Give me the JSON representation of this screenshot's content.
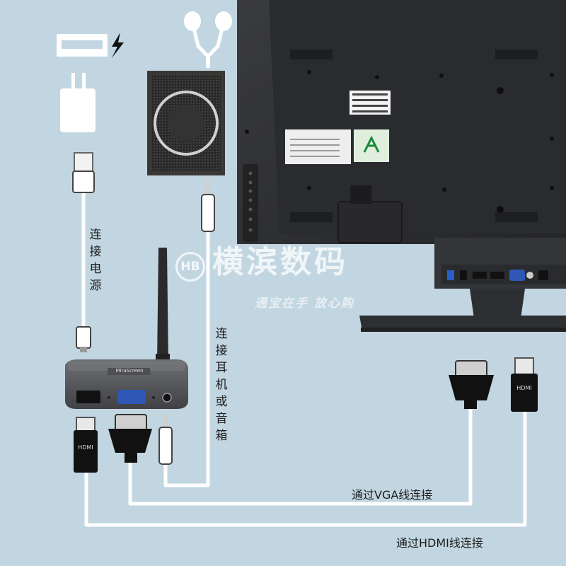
{
  "labels": {
    "power": "连接电源",
    "audio": "连接耳机或音箱",
    "vga": "通过VGA线连接",
    "hdmi": "通过HDMI线连接"
  },
  "watermark": {
    "title": "横滨数码",
    "subtitle": "通宝在手 放心购",
    "logo": "HB"
  },
  "device": {
    "brand_label": "MiraScreen"
  },
  "connector_text": {
    "hdmi_plug": "HDMI"
  },
  "colors": {
    "background": "#c2d6e1",
    "tv_body": "#2f3033",
    "cable": "#ffffff",
    "device_body": "#5a5b5e",
    "sticker_green": "#dfeedd",
    "vga_port_blue": "#2f57b6"
  },
  "icons": [
    "usb-port-icon",
    "lightning-icon",
    "wall-charger-icon",
    "earphones-icon",
    "speaker-icon"
  ]
}
